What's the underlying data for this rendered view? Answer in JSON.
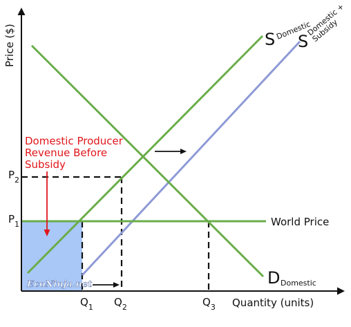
{
  "axes": {
    "y_label": "Price ($)",
    "x_label": "Quantity (units)"
  },
  "price_labels": {
    "p1_main": "P",
    "p1_sub": "1",
    "p2_main": "P",
    "p2_sub": "2"
  },
  "quantity_labels": {
    "q1_main": "Q",
    "q1_sub": "1",
    "q2_main": "Q",
    "q2_sub": "2",
    "q3_main": "Q",
    "q3_sub": "3"
  },
  "curves": {
    "supply_domestic": {
      "main": "S",
      "sub": "Domestic"
    },
    "supply_subsidy": {
      "main": "S",
      "sub_line1": "Domestic +",
      "sub_line2": "Subsidy"
    },
    "demand_domestic": {
      "main": "D",
      "sub": "Domestic"
    },
    "world_price": "World Price"
  },
  "annotation": {
    "line1": "Domestic Producer",
    "line2": "Revenue Before",
    "line3": "Subsidy"
  },
  "watermark": "EcoNinja.net",
  "colors": {
    "supply_domestic": "#6aad4a",
    "supply_subsidy": "#8e9ad6",
    "demand": "#6aad4a",
    "world_price": "#6aad4a",
    "shaded_area": "#a9c8f8",
    "annotation": "#e0161b",
    "axes": "#111111"
  }
}
